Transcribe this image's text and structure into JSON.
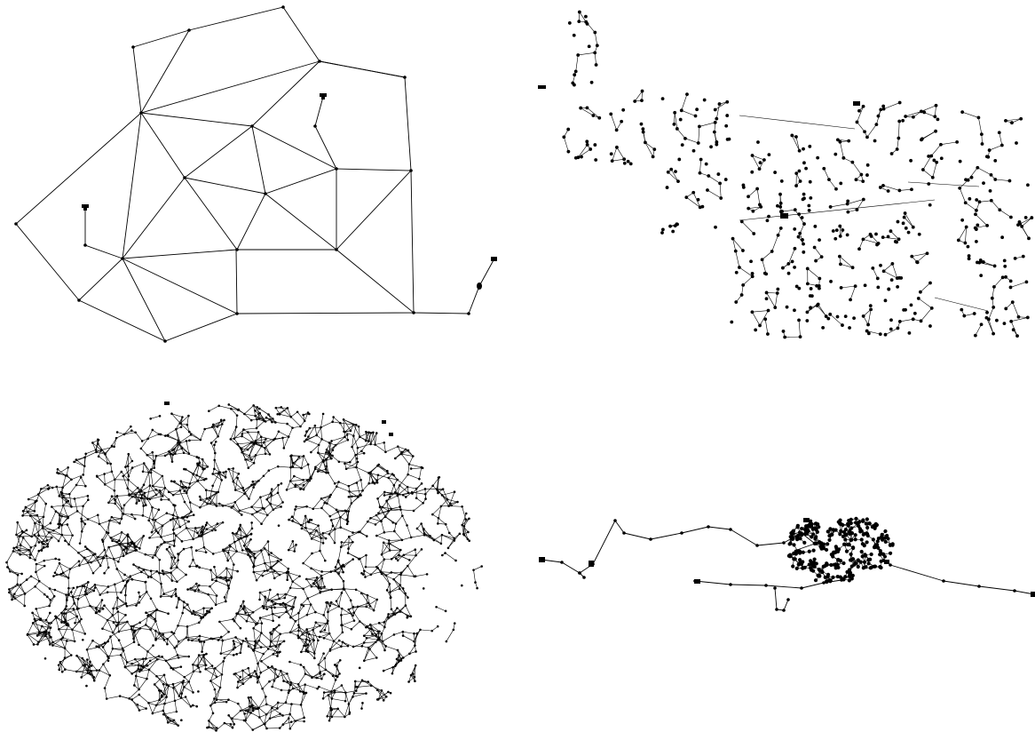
{
  "figure": {
    "panels": [
      {
        "id": "network-1",
        "description_type": "small-network",
        "seed": 11
      },
      {
        "id": "network-2",
        "description_type": "city-grid-network",
        "seed": 23
      },
      {
        "id": "network-3",
        "description_type": "large-mesh-network",
        "seed": 37
      },
      {
        "id": "network-4",
        "description_type": "sprawling-network",
        "seed": 53
      }
    ],
    "colors": {
      "pipe": "#000000",
      "node": "#000000",
      "background": "#ffffff"
    }
  }
}
